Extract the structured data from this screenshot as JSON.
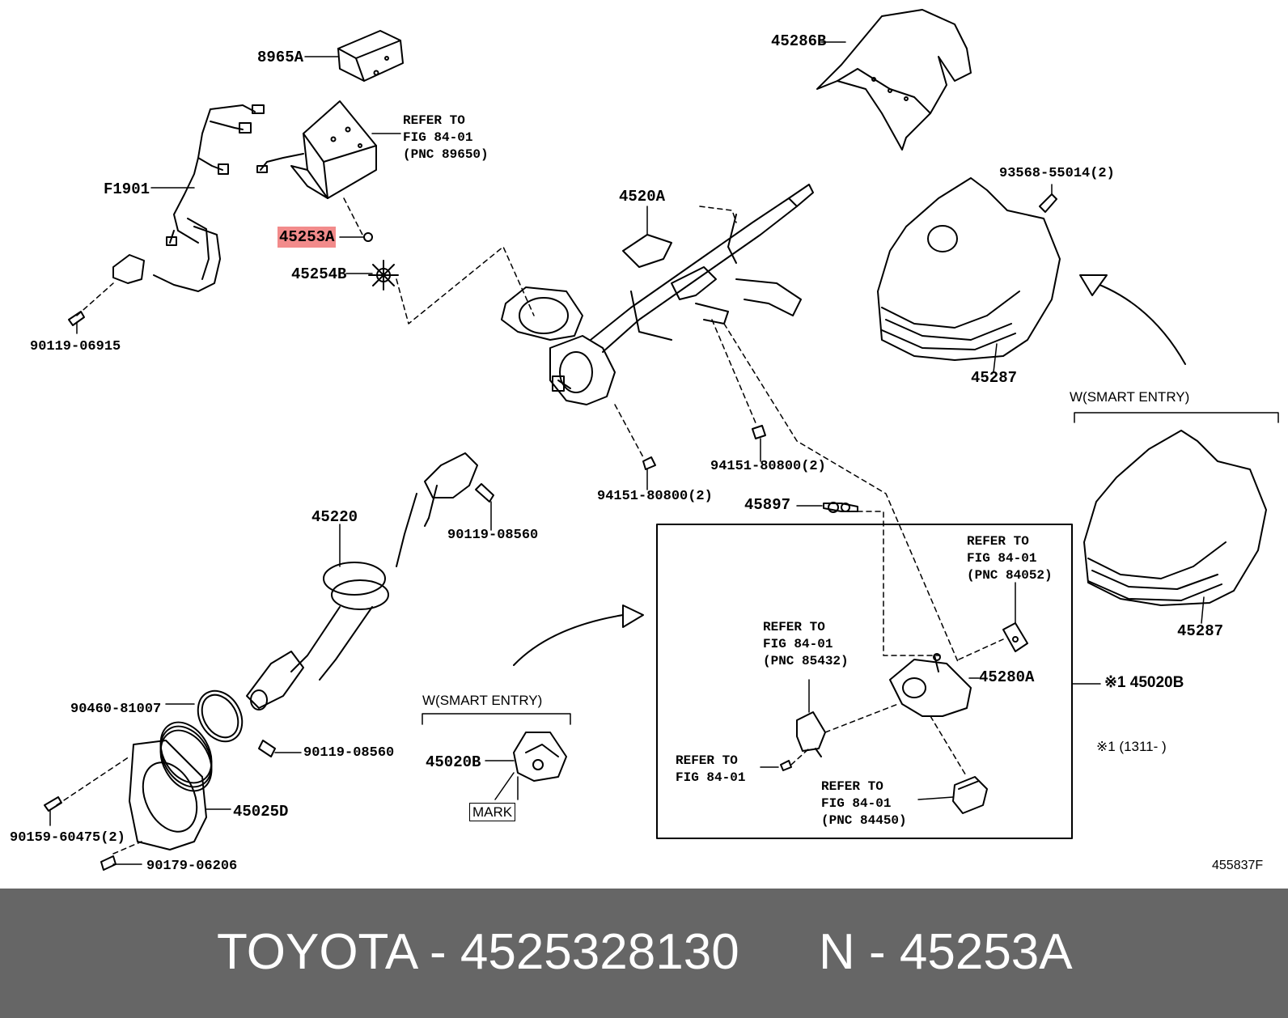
{
  "labels": {
    "p8965a": "8965A",
    "refer1": "REFER TO\nFIG 84-01\n(PNC 89650)",
    "f1901": "F1901",
    "p45253a": "45253A",
    "p45254b": "45254B",
    "p90119_06915": "90119-06915",
    "p45286b": "45286B",
    "p93568": "93568-55014(2)",
    "p4520a": "4520A",
    "p45287_top": "45287",
    "w_smart_top": "W(SMART ENTRY)",
    "p94151_a": "94151-80800(2)",
    "p94151_b": "94151-80800(2)",
    "p45220": "45220",
    "p90119_08560_top": "90119-08560",
    "p45897": "45897",
    "refer2": "REFER TO\nFIG 84-01\n(PNC 84052)",
    "p45287_bot": "45287",
    "refer3": "REFER TO\nFIG 84-01\n(PNC 85432)",
    "p45280a": "45280A",
    "p45020b_right": "※1 45020B",
    "note1311": "※1 (1311-    )",
    "p90460": "90460-81007",
    "p90119_08560_bot": "90119-08560",
    "w_smart_bot": "W(SMART ENTRY)",
    "p45020b_left": "45020B",
    "mark": "MARK",
    "refer4": "REFER TO\nFIG 84-01",
    "refer5": "REFER TO\nFIG 84-01\n(PNC 84450)",
    "p45025d": "45025D",
    "p90159": "90159-60475(2)",
    "p90179": "90179-06206",
    "fig_code": "455837F"
  },
  "footer": {
    "brand_part": "TOYOTA - 4525328130",
    "ref": "N - 45253A"
  },
  "colors": {
    "highlight": "#f28b8b",
    "footer_bg": "#666666",
    "footer_text": "#ffffff"
  }
}
